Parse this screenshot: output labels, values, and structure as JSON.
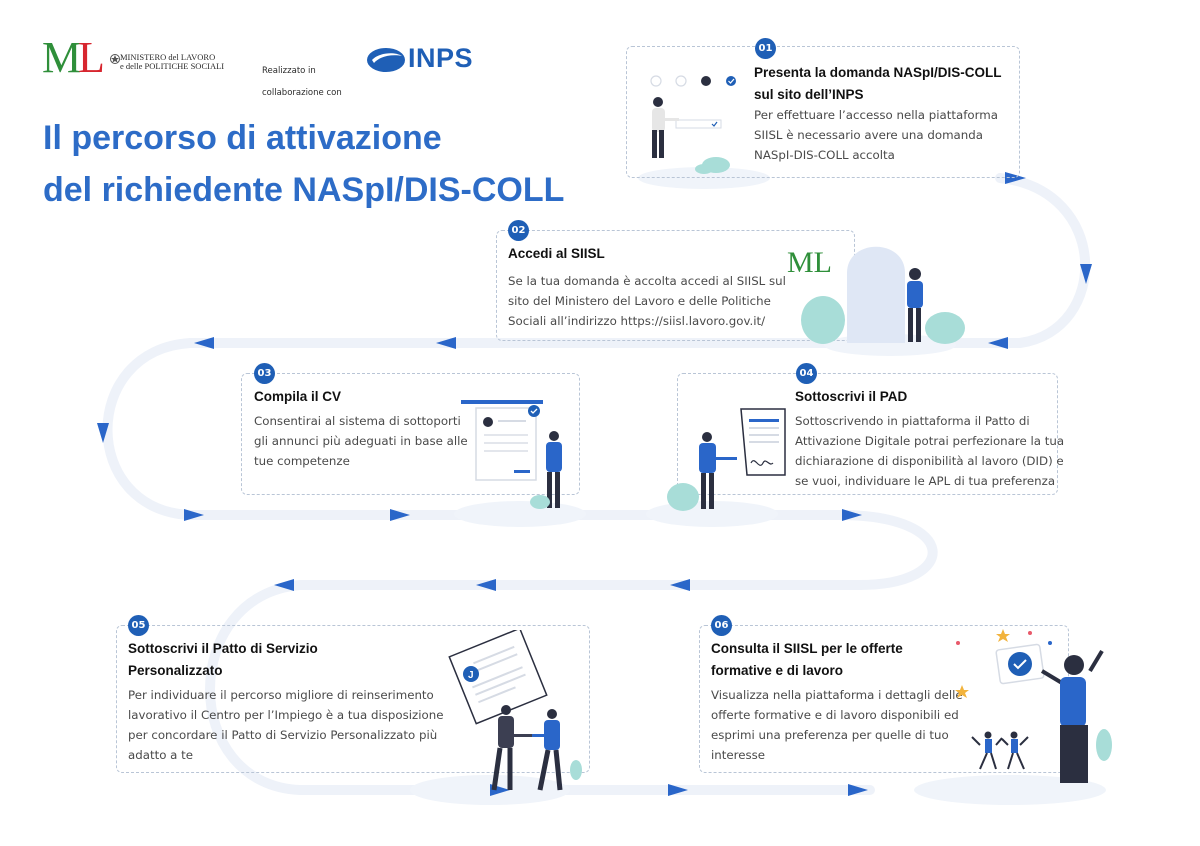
{
  "header": {
    "ministry_line1": "MINISTERO del LAVORO",
    "ministry_line2": "e delle POLITICHE SOCIALI",
    "collab_line1": "Realizzato in",
    "collab_line2": "collaborazione con",
    "inps_logo": "INPS",
    "ml_logo_text": "ML"
  },
  "title": {
    "line1": "Il percorso di attivazione",
    "line2": "del richiedente NASpI/DIS-COLL"
  },
  "steps": [
    {
      "number": "01",
      "title_line1": "Presenta la domanda NASpI/DIS-COLL",
      "title_line2": "sul sito dell’INPS",
      "desc_line1": "Per effettuare l’accesso nella piattaforma",
      "desc_line2": "SIISL è necessario avere una domanda",
      "desc_line3": "NASpI-DIS-COLL accolta",
      "desc_line4": ""
    },
    {
      "number": "02",
      "title_line1": "Accedi al SIISL",
      "title_line2": "",
      "desc_line1": "Se la tua domanda è accolta accedi al SIISL sul",
      "desc_line2": "sito del Ministero del Lavoro e delle Politiche",
      "desc_line3": "Sociali all’indirizzo https://siisl.lavoro.gov.it/",
      "desc_line4": ""
    },
    {
      "number": "03",
      "title_line1": "Compila il CV",
      "title_line2": "",
      "desc_line1": "Consentirai al sistema di sottoporti",
      "desc_line2": "gli annunci più adeguati in base alle",
      "desc_line3": "tue competenze",
      "desc_line4": ""
    },
    {
      "number": "04",
      "title_line1": "Sottoscrivi il PAD",
      "title_line2": "",
      "desc_line1": "Sottoscrivendo in piattaforma il Patto di",
      "desc_line2": "Attivazione Digitale potrai perfezionare la tua",
      "desc_line3": "dichiarazione di disponibilità al lavoro (DID) e",
      "desc_line4": "se vuoi, individuare le APL di tua preferenza"
    },
    {
      "number": "05",
      "title_line1": "Sottoscrivi il Patto di Servizio",
      "title_line2": "Personalizzato",
      "desc_line1": "Per individuare il percorso migliore di reinserimento",
      "desc_line2": "lavorativo il Centro per l’Impiego è a tua disposizione",
      "desc_line3": "per concordare il Patto di Servizio Personalizzato più",
      "desc_line4": "adatto a te"
    },
    {
      "number": "06",
      "title_line1": "Consulta il SIISL per le offerte",
      "title_line2": "formative e di lavoro",
      "desc_line1": "Visualizza nella piattaforma i dettagli delle",
      "desc_line2": "offerte formative e di lavoro disponibili ed",
      "desc_line3": "esprimi una preferenza per quelle di tuo",
      "desc_line4": "interesse"
    }
  ],
  "cv_badge_letter": "J",
  "colors": {
    "brand_blue": "#2d6cc7",
    "badge_blue": "#1f5fb6",
    "track": "#eef2f9",
    "arrow": "#2a66c9"
  }
}
